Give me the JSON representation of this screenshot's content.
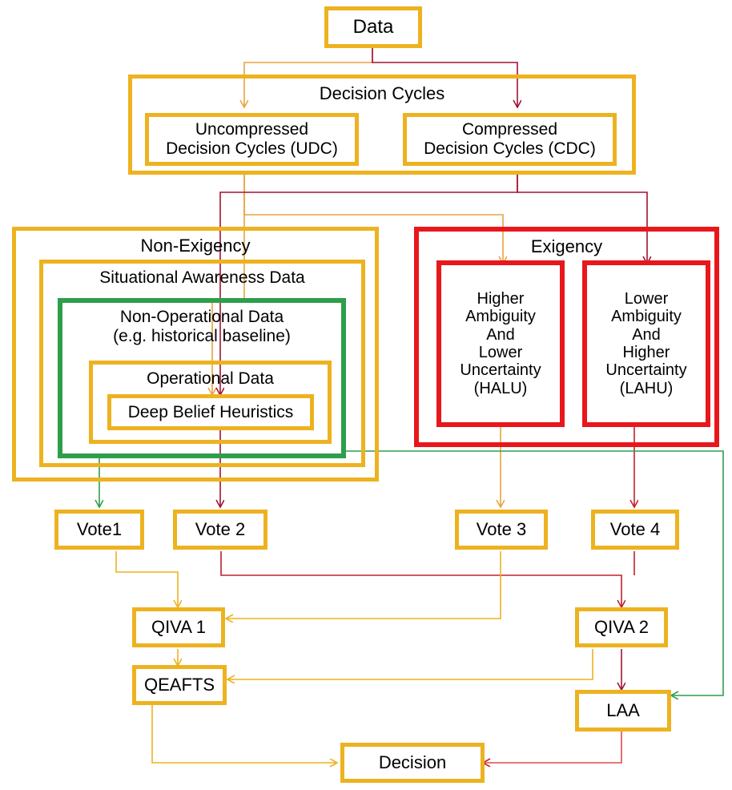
{
  "diagram": {
    "title_node": "Data",
    "nodes": {
      "data": "Data",
      "decision_cycles": "Decision Cycles",
      "udc_line1": "Uncompressed",
      "udc_line2": "Decision Cycles (UDC)",
      "cdc_line1": "Compressed",
      "cdc_line2": "Decision Cycles (CDC)",
      "non_exigency": "Non-Exigency",
      "situational_awareness": "Situational Awareness Data",
      "non_operational_line1": "Non-Operational Data",
      "non_operational_line2": "(e.g. historical baseline)",
      "operational_data": "Operational Data",
      "deep_belief": "Deep Belief Heuristics",
      "exigency": "Exigency",
      "halu": "Higher\nAmbiguity\nAnd\nLower\nUncertainty\n(HALU)",
      "lahu": "Lower\nAmbiguity\nAnd\nHigher\nUncertainty\n(LAHU)",
      "vote1": "Vote1",
      "vote2": "Vote 2",
      "vote3": "Vote 3",
      "vote4": "Vote 4",
      "qiva1": "QIVA 1",
      "qiva2": "QIVA 2",
      "qeafts": "QEAFTS",
      "laa": "LAA",
      "decision": "Decision"
    },
    "colors": {
      "gold": "#EDB21F",
      "red": "#E8171B",
      "green": "#2E9E4B",
      "dark_red_connector": "#A01434",
      "orange_connector": "#E8A33D",
      "red_connector": "#D93A3A",
      "green_connector": "#2E9E4B",
      "gold_connector": "#EDB21F",
      "text": "#000000",
      "background": "#FFFFFF"
    }
  }
}
